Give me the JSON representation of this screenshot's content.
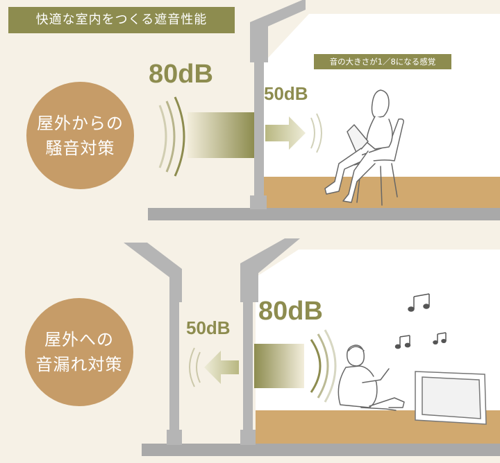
{
  "title": "快適な室内をつくる遮音性能",
  "scene_top": {
    "label_line1": "屋外からの",
    "label_line2": "騒音対策",
    "outdoor_level": "80dB",
    "indoor_level": "50dB",
    "note": "音の大きさが1／8になる感覚"
  },
  "scene_bottom": {
    "label_line1": "屋外への",
    "label_line2": "音漏れ対策",
    "indoor_level": "80dB",
    "outdoor_level": "50dB"
  },
  "colors": {
    "background": "#f6f1e6",
    "accent_olive": "#8d8c4f",
    "circle_tan": "#c69c68",
    "floor": "#d1a96f",
    "wall": "#b5b5b5",
    "room": "#ffffff"
  }
}
